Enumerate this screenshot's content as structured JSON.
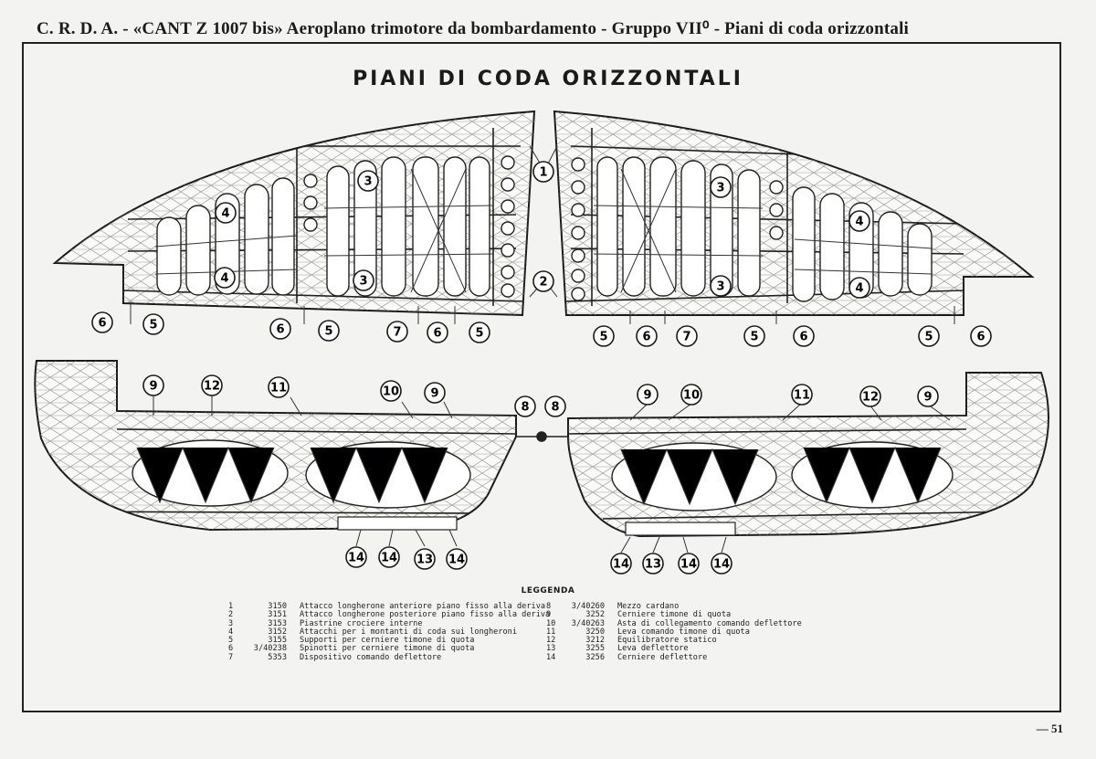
{
  "header": {
    "title": "C. R. D. A. - «CANT Z 1007 bis» Aeroplano trimotore da bombardamento - Gruppo VII⁰ - Piani di coda orizzontali"
  },
  "drawing": {
    "title": "PIANI DI CODA ORIZZONTALI"
  },
  "callouts": [
    {
      "id": "c1",
      "label": "1"
    },
    {
      "id": "c2",
      "label": "2"
    },
    {
      "id": "c3a",
      "label": "3"
    },
    {
      "id": "c3b",
      "label": "3"
    },
    {
      "id": "c3c",
      "label": "3"
    },
    {
      "id": "c3d",
      "label": "3"
    },
    {
      "id": "c4a",
      "label": "4"
    },
    {
      "id": "c4b",
      "label": "4"
    },
    {
      "id": "c4c",
      "label": "4"
    },
    {
      "id": "c4d",
      "label": "4"
    },
    {
      "id": "c6a",
      "label": "6"
    },
    {
      "id": "c5a",
      "label": "5"
    },
    {
      "id": "c6b",
      "label": "6"
    },
    {
      "id": "c5b",
      "label": "5"
    },
    {
      "id": "c7a",
      "label": "7"
    },
    {
      "id": "c6c",
      "label": "6"
    },
    {
      "id": "c5c",
      "label": "5"
    },
    {
      "id": "c5d",
      "label": "5"
    },
    {
      "id": "c6d",
      "label": "6"
    },
    {
      "id": "c7b",
      "label": "7"
    },
    {
      "id": "c5e",
      "label": "5"
    },
    {
      "id": "c6e",
      "label": "6"
    },
    {
      "id": "c5f",
      "label": "5"
    },
    {
      "id": "c6f",
      "label": "6"
    },
    {
      "id": "c9a",
      "label": "9"
    },
    {
      "id": "c12a",
      "label": "12"
    },
    {
      "id": "c11a",
      "label": "11"
    },
    {
      "id": "c10a",
      "label": "10"
    },
    {
      "id": "c9b",
      "label": "9"
    },
    {
      "id": "c8a",
      "label": "8"
    },
    {
      "id": "c8b",
      "label": "8"
    },
    {
      "id": "c9c",
      "label": "9"
    },
    {
      "id": "c10b",
      "label": "10"
    },
    {
      "id": "c11b",
      "label": "11"
    },
    {
      "id": "c12b",
      "label": "12"
    },
    {
      "id": "c9d",
      "label": "9"
    },
    {
      "id": "c14a",
      "label": "14"
    },
    {
      "id": "c14b",
      "label": "14"
    },
    {
      "id": "c13a",
      "label": "13"
    },
    {
      "id": "c14c",
      "label": "14"
    },
    {
      "id": "c14d",
      "label": "14"
    },
    {
      "id": "c13b",
      "label": "13"
    },
    {
      "id": "c14e",
      "label": "14"
    },
    {
      "id": "c14f",
      "label": "14"
    }
  ],
  "legend": {
    "title": "LEGGENDA",
    "left": [
      {
        "n": "1",
        "code": "3150",
        "desc": "Attacco longherone anteriore piano fisso alla deriva"
      },
      {
        "n": "2",
        "code": "3151",
        "desc": "Attacco longherone posteriore piano fisso alla deriva"
      },
      {
        "n": "3",
        "code": "3153",
        "desc": "Piastrine crociere interne"
      },
      {
        "n": "4",
        "code": "3152",
        "desc": "Attacchi per i montanti di coda sui longheroni"
      },
      {
        "n": "5",
        "code": "3155",
        "desc": "Supporti per cerniere timone di quota"
      },
      {
        "n": "6",
        "code": "3/40238",
        "desc": "Spinotti per cerniere timone di quota"
      },
      {
        "n": "7",
        "code": "5353",
        "desc": "Dispositivo comando deflettore"
      }
    ],
    "right": [
      {
        "n": "8",
        "code": "3/40260",
        "desc": "Mezzo cardano"
      },
      {
        "n": "9",
        "code": "3252",
        "desc": "Cerniere timone di quota"
      },
      {
        "n": "10",
        "code": "3/40263",
        "desc": "Asta di collegamento comando deflettore"
      },
      {
        "n": "11",
        "code": "3250",
        "desc": "Leva comando timone di quota"
      },
      {
        "n": "12",
        "code": "3212",
        "desc": "Equilibratore statico"
      },
      {
        "n": "13",
        "code": "3255",
        "desc": "Leva deflettore"
      },
      {
        "n": "14",
        "code": "3256",
        "desc": "Cerniere deflettore"
      }
    ]
  },
  "page": {
    "number": "— 51"
  }
}
